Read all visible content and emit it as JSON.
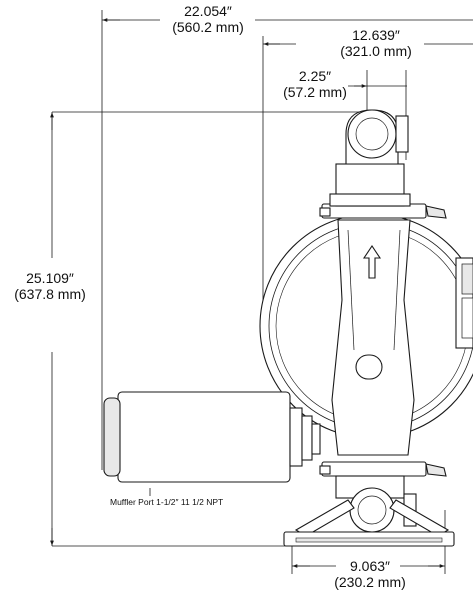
{
  "dimensions": {
    "overall_width": {
      "inches": "22.054″",
      "mm": "(560.2 mm)"
    },
    "center_to_right": {
      "inches": "12.639″",
      "mm": "(321.0 mm)"
    },
    "port_offset": {
      "inches": "2.25″",
      "mm": "(57.2 mm)"
    },
    "overall_height": {
      "inches": "25.109″",
      "mm": "(637.8 mm)"
    },
    "base_width": {
      "inches": "9.063″",
      "mm": "(230.2 mm)"
    }
  },
  "callouts": {
    "muffler_port": "Muffler Port 1-1/2″ 11 1/2 NPT"
  },
  "colors": {
    "line": "#1a1a1a",
    "fill": "#ffffff",
    "shade": "#e8e8e8"
  }
}
